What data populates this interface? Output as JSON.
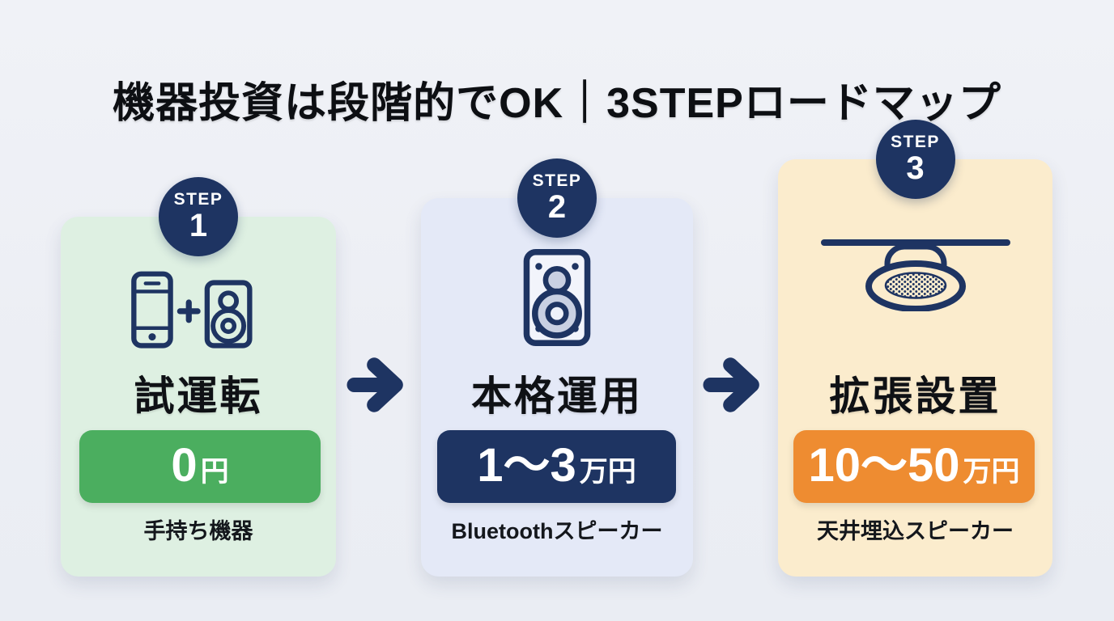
{
  "page": {
    "title": "機器投資は段階的でOK｜3STEPロードマップ",
    "background": "#edeff5"
  },
  "colors": {
    "navy": "#1e3462",
    "green_pill": "#4bae5f",
    "navy_pill": "#1e3462",
    "orange_pill": "#ee8c31",
    "card1_bg": "#def0e2",
    "card2_bg": "#e4e9f7",
    "card3_bg": "#fbeccd"
  },
  "steps": [
    {
      "badge_label": "STEP",
      "badge_number": "1",
      "icon": "smartphone-plus-speaker-icon",
      "title": "試運転",
      "price_main": "0",
      "price_unit": "円",
      "subtitle": "手持ち機器"
    },
    {
      "badge_label": "STEP",
      "badge_number": "2",
      "icon": "bookshelf-speaker-icon",
      "title": "本格運用",
      "price_main": "1〜3",
      "price_unit": "万円",
      "subtitle": "Bluetoothスピーカー"
    },
    {
      "badge_label": "STEP",
      "badge_number": "3",
      "icon": "ceiling-speaker-icon",
      "title": "拡張設置",
      "price_main": "10〜50",
      "price_unit": "万円",
      "subtitle": "天井埋込スピーカー"
    }
  ],
  "arrows": [
    {
      "icon": "arrow-right-icon"
    },
    {
      "icon": "arrow-right-icon"
    }
  ]
}
